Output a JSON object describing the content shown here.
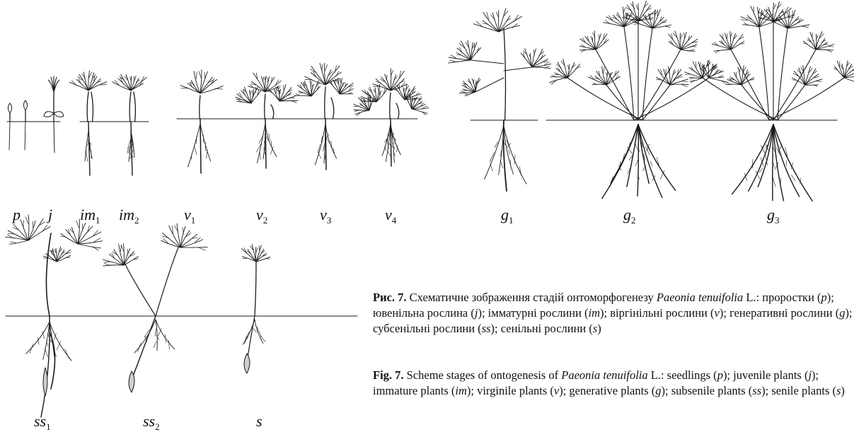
{
  "stages": [
    {
      "id": "p",
      "letter": "p",
      "sub": ""
    },
    {
      "id": "j",
      "letter": "j",
      "sub": ""
    },
    {
      "id": "im1",
      "letter": "im",
      "sub": "1"
    },
    {
      "id": "im2",
      "letter": "im",
      "sub": "2"
    },
    {
      "id": "v1",
      "letter": "v",
      "sub": "1"
    },
    {
      "id": "v2",
      "letter": "v",
      "sub": "2"
    },
    {
      "id": "v3",
      "letter": "v",
      "sub": "3"
    },
    {
      "id": "v4",
      "letter": "v",
      "sub": "4"
    },
    {
      "id": "g1",
      "letter": "g",
      "sub": "1"
    },
    {
      "id": "g2",
      "letter": "g",
      "sub": "2"
    },
    {
      "id": "g3",
      "letter": "g",
      "sub": "3"
    },
    {
      "id": "ss1",
      "letter": "ss",
      "sub": "1"
    },
    {
      "id": "ss2",
      "letter": "ss",
      "sub": "2"
    },
    {
      "id": "s",
      "letter": "s",
      "sub": ""
    }
  ],
  "caption_uk": {
    "label": "Рис. 7.",
    "t1": " Схематичне зображення стадій онтоморфогенезу ",
    "species": "Paeonia tenuifolia",
    "t2": " L.: проростки (",
    "c1": "p",
    "t3": "); ювенільна рослина (",
    "c2": "j",
    "t4": "); імматурні рослини (",
    "c3": "im",
    "t5": "); віргінільні рослини (",
    "c4": "v",
    "t6": "); генеративні рослини (",
    "c5": "g",
    "t7": "); субсенільні рослини (",
    "c6": "ss",
    "t8": "); сенільні рослини (",
    "c7": "s",
    "t9": ")"
  },
  "caption_en": {
    "label": "Fig. 7.",
    "t1": " Scheme stages of ontogenesis of ",
    "species": "Paeonia tenuifolia",
    "t2": " L.: seedlings (",
    "c1": "p",
    "t3": "); juvenile plants (",
    "c2": "j",
    "t4": "); immature plants (",
    "c3": "im",
    "t5": "); virginile plants (",
    "c4": "v",
    "t6": "); generative plants (",
    "c5": "g",
    "t7": "); subsenile plants (",
    "c6": "ss",
    "t8": "); senile plants (",
    "c7": "s",
    "t9": ")"
  }
}
